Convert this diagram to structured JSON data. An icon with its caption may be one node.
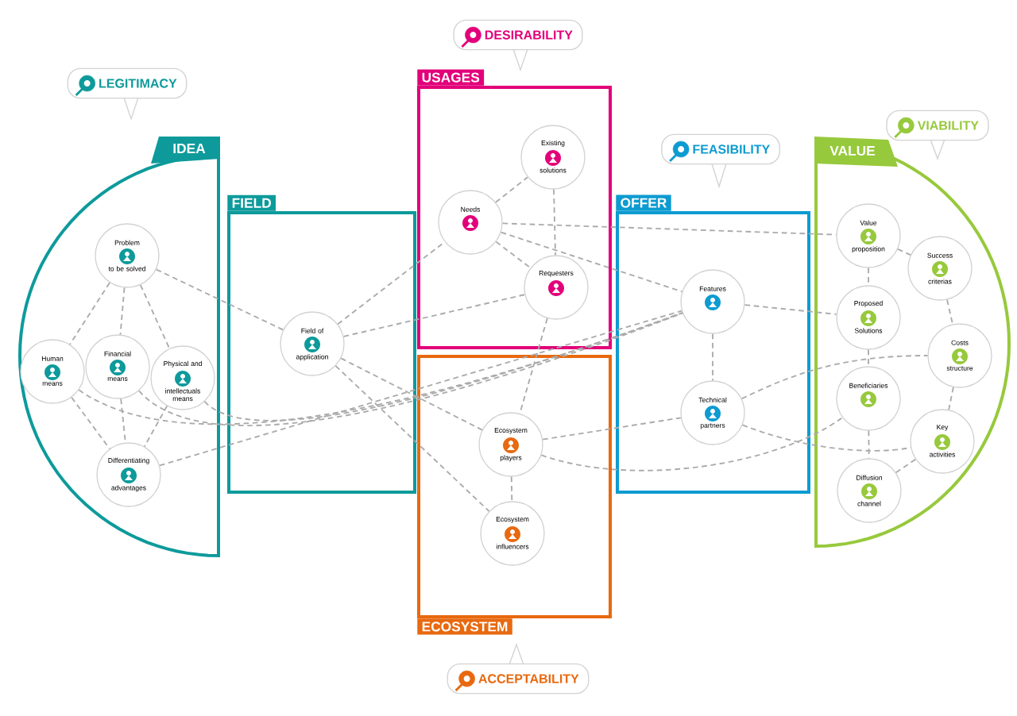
{
  "diagram": {
    "nodes": [
      {
        "text": [
          "IDEA"
        ]
      },
      {
        "text": [
          "Problem",
          "to be solved"
        ],
        "in": 0
      },
      {
        "text": [
          "Human",
          "means"
        ],
        "in": 0
      },
      {
        "text": [
          "Financial",
          "means"
        ],
        "in": 0
      },
      {
        "text": [
          "Physical and",
          "intellectuals means"
        ],
        "in": 0
      },
      {
        "text": [
          "Differentiating",
          "advantages"
        ],
        "in": 0
      },
      {
        "text": [
          "FIELD"
        ]
      },
      {
        "text": [
          "Field of",
          "application"
        ],
        "in": 6
      },
      {
        "text": [
          "USAGES"
        ]
      },
      {
        "text": [
          "Existing",
          "solutions"
        ],
        "in": 8
      },
      {
        "text": [
          "Needs"
        ],
        "in": 8
      },
      {
        "text": [
          "Requesters"
        ],
        "in": 8
      },
      {
        "text": [
          "ECOSYSTEM"
        ]
      },
      {
        "text": [
          "Ecosystem",
          "players"
        ],
        "in": 12
      },
      {
        "text": [
          "Ecosystem",
          "influencers"
        ],
        "in": 12
      },
      {
        "text": [
          "OFFER"
        ]
      },
      {
        "text": [
          "Features"
        ],
        "in": 15
      },
      {
        "text": [
          "Technical",
          "partners"
        ],
        "in": 15
      },
      {
        "text": [
          "VALUE"
        ]
      },
      {
        "text": [
          "Value",
          "proposition"
        ],
        "in": 18
      },
      {
        "text": [
          "Success",
          "criterias"
        ],
        "in": 18
      },
      {
        "text": [
          "Proposed",
          "Solutions"
        ],
        "in": 18
      },
      {
        "text": [
          "Costs",
          "structure"
        ],
        "in": 18
      },
      {
        "text": [
          "Beneficiaries"
        ],
        "in": 18
      },
      {
        "text": [
          "Key",
          "activities"
        ],
        "in": 18
      },
      {
        "text": [
          "Diffusion",
          "channel"
        ],
        "in": 18
      },
      {
        "text": [
          "DESIRABILITY"
        ]
      },
      {
        "text": [
          "LEGITIMACY"
        ]
      },
      {
        "text": [
          "VIABILITY"
        ]
      },
      {
        "text": [
          "FEASIBILITY"
        ]
      },
      {
        "text": [
          "ACCEPTABILITY"
        ]
      }
    ],
    "edges": [
      {
        "from": 1,
        "to": 2,
        "arrow": "none"
      },
      {
        "from": 1,
        "to": 3,
        "arrow": "none"
      },
      {
        "from": 1,
        "to": 4,
        "arrow": "none"
      },
      {
        "from": 1,
        "to": 7,
        "arrow": "none"
      },
      {
        "from": 2,
        "to": 5,
        "arrow": "none"
      },
      {
        "from": 3,
        "to": 5,
        "arrow": "none"
      },
      {
        "from": 4,
        "to": 5,
        "arrow": "none"
      },
      {
        "from": 2,
        "to": 16,
        "arrow": "none"
      },
      {
        "from": 3,
        "to": 16,
        "arrow": "none"
      },
      {
        "from": 4,
        "to": 16,
        "arrow": "none"
      },
      {
        "from": 5,
        "to": 16,
        "arrow": "none"
      },
      {
        "from": 7,
        "to": 10,
        "arrow": "none"
      },
      {
        "from": 7,
        "to": 11,
        "arrow": "none"
      },
      {
        "from": 7,
        "to": 13,
        "arrow": "none"
      },
      {
        "from": 7,
        "to": 14,
        "arrow": "none"
      },
      {
        "from": 10,
        "to": 9,
        "arrow": "none"
      },
      {
        "from": 10,
        "to": 11,
        "arrow": "none"
      },
      {
        "from": 9,
        "to": 11,
        "arrow": "none"
      },
      {
        "from": 10,
        "to": 19,
        "arrow": "none"
      },
      {
        "from": 10,
        "to": 16,
        "arrow": "none"
      },
      {
        "from": 11,
        "to": 13,
        "arrow": "none"
      },
      {
        "from": 13,
        "to": 14,
        "arrow": "none"
      },
      {
        "from": 13,
        "to": 17,
        "arrow": "none"
      },
      {
        "from": 13,
        "to": 23,
        "arrow": "none"
      },
      {
        "from": 16,
        "to": 17,
        "arrow": "none"
      },
      {
        "from": 16,
        "to": 21,
        "arrow": "none"
      },
      {
        "from": 17,
        "to": 22,
        "arrow": "none"
      },
      {
        "from": 17,
        "to": 24,
        "arrow": "none"
      },
      {
        "from": 19,
        "to": 20,
        "arrow": "none"
      },
      {
        "from": 19,
        "to": 21,
        "arrow": "none"
      },
      {
        "from": 21,
        "to": 23,
        "arrow": "none"
      },
      {
        "from": 20,
        "to": 22,
        "arrow": "none"
      },
      {
        "from": 22,
        "to": 24,
        "arrow": "none"
      },
      {
        "from": 23,
        "to": 25,
        "arrow": "none"
      },
      {
        "from": 25,
        "to": 24,
        "arrow": "none"
      }
    ]
  }
}
